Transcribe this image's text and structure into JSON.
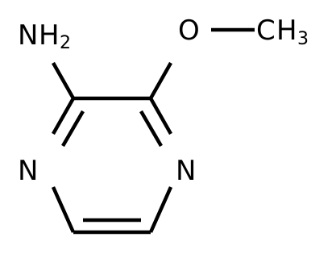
{
  "molecule": {
    "atoms": {
      "amine_N": "N",
      "amine_H": "H",
      "amine_H_count": "2",
      "methoxy_O": "O",
      "methyl_C": "C",
      "methyl_H": "H",
      "methyl_H_count": "3",
      "ring_N_left": "N",
      "ring_N_right": "N"
    },
    "colors": {
      "oxygen": "#ff0d0d",
      "nitrogen": "#3050f8",
      "bond": "#000000",
      "text": "#000000"
    }
  }
}
